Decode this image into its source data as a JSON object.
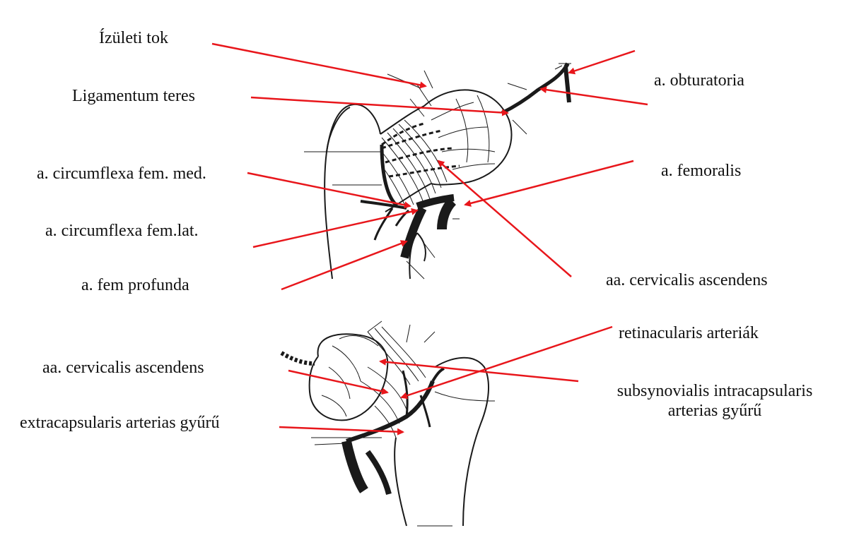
{
  "diagram": {
    "labels": {
      "izuleti_tok": "Ízületi tok",
      "ligamentum_teres": "Ligamentum teres",
      "circumflexa_med": "a. circumflexa fem. med.",
      "circumflexa_lat": "a.   circumflexa fem.lat.",
      "fem_profunda": "a. fem profunda",
      "obturatoria": "a. obturatoria",
      "femoralis": "a. femoralis",
      "cervicalis_top": "aa. cervicalis ascendens",
      "cervicalis_bottom": "aa. cervicalis ascendens",
      "extracapsularis": "extracapsularis arterias gyűrű",
      "retinacularis": "retinacularis arteriák",
      "subsynovialis_1": "subsynovialis intracapsularis",
      "subsynovialis_2": "arterias gyűrű"
    },
    "colors": {
      "arrow": "#e8161b",
      "drawing": "#1a1a1a",
      "text": "#111111"
    }
  }
}
